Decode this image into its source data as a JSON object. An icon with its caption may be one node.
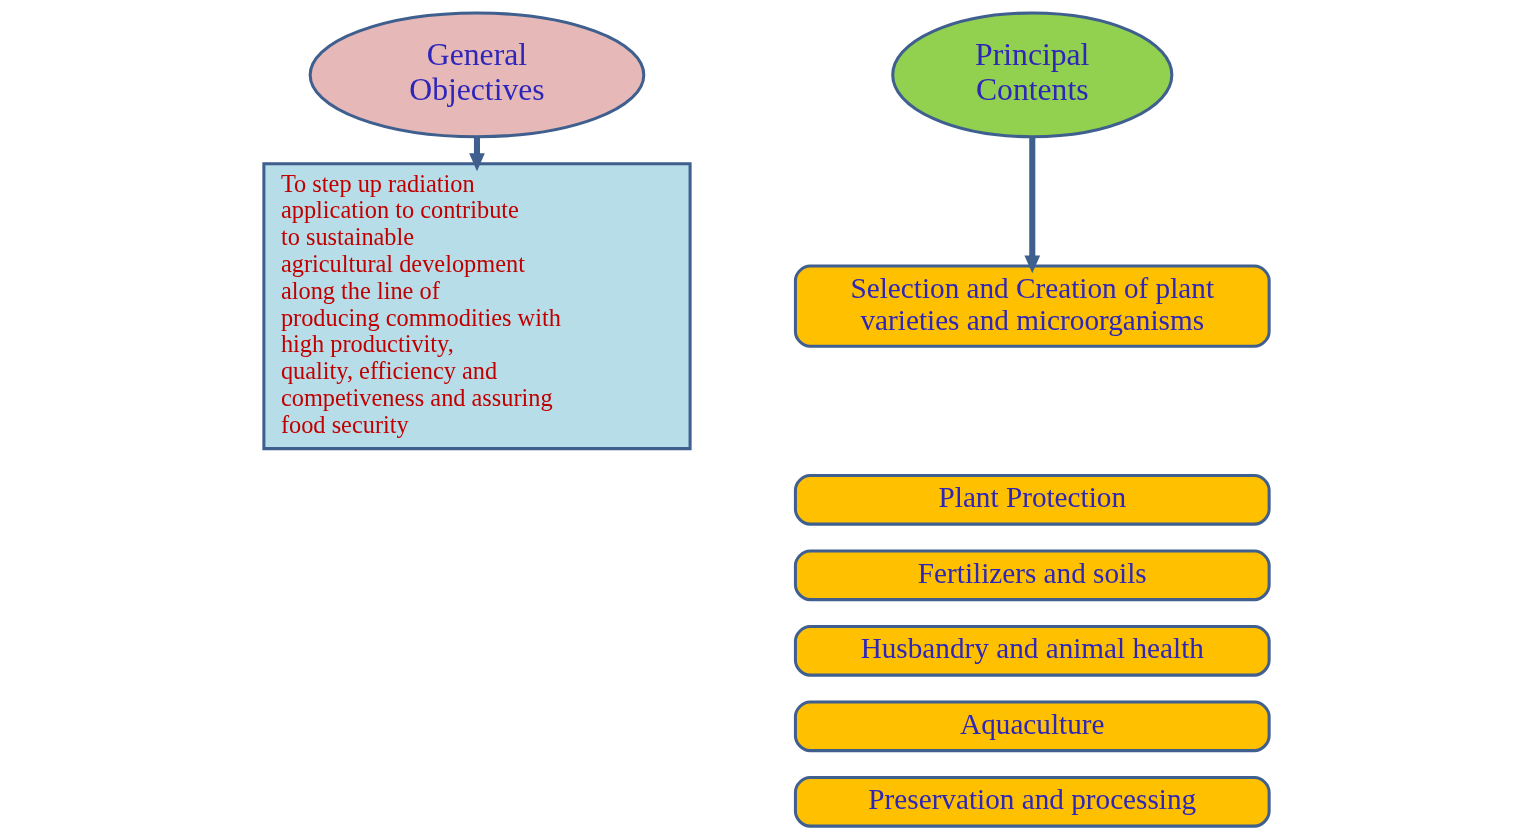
{
  "diagram": {
    "nodes": [
      {
        "text": [
          "General Objectives"
        ]
      },
      {
        "text": [
          "To step up radiation application to contribute to sustainable agricultural development along the line of producing commodities with high productivity, quality, efficiency and competiveness and assuring food security"
        ]
      },
      {
        "text": [
          "Principal Contents"
        ]
      },
      {
        "text": [
          "Selection and Creation of plant varieties and microorganisms"
        ]
      },
      {
        "text": [
          "Plant Protection"
        ]
      },
      {
        "text": [
          "Fertilizers and soils"
        ]
      },
      {
        "text": [
          "Husbandry and animal health"
        ]
      },
      {
        "text": [
          "Aquaculture"
        ]
      },
      {
        "text": [
          "Preservation and processing"
        ]
      }
    ],
    "edges": [
      {
        "from": 0,
        "to": 1,
        "arrow": "to"
      },
      {
        "from": 2,
        "to": 3,
        "arrow": "to"
      }
    ]
  }
}
